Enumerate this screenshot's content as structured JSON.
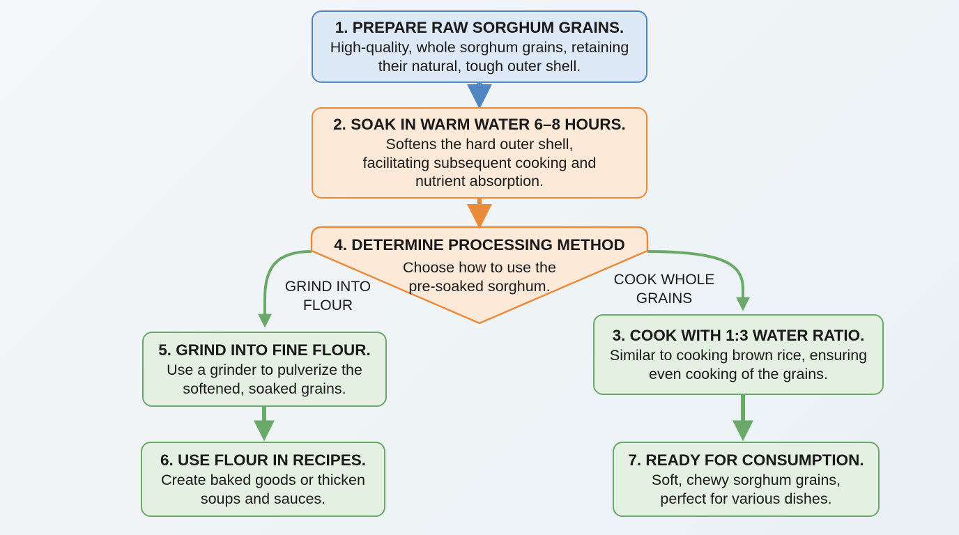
{
  "steps": {
    "step1": {
      "title": "1. PREPARE RAW SORGHUM GRAINS.",
      "desc": "High-quality, whole sorghum grains, retaining their natural, tough outer shell."
    },
    "step2": {
      "title": "2. SOAK IN WARM WATER 6–8 HOURS.",
      "desc": "Softens the hard outer shell, facilitating subsequent cooking and nutrient absorption."
    },
    "step4": {
      "title": "4. DETERMINE PROCESSING METHOD",
      "desc": "Choose how to use the pre-soaked sorghum."
    },
    "step5": {
      "title": "5. GRIND INTO FINE FLOUR.",
      "desc": "Use a grinder to pulverize the softened, soaked grains."
    },
    "step6": {
      "title": "6. USE FLOUR IN RECIPES.",
      "desc": "Create baked goods or thicken soups and sauces."
    },
    "step3": {
      "title": "3. COOK WITH 1:3 WATER RATIO.",
      "desc": "Similar to cooking brown rice, ensuring even cooking of the grains."
    },
    "step7": {
      "title": "7. READY FOR CONSUMPTION.",
      "desc": "Soft, chewy sorghum grains, perfect for various dishes."
    }
  },
  "branches": {
    "left_label": "GRIND INTO FLOUR",
    "right_label": "COOK WHOLE GRAINS"
  },
  "colors": {
    "blue_fill": "#dde9f6",
    "blue_stroke": "#4f86c2",
    "orange_fill": "#fde9d8",
    "orange_stroke": "#e98b3a",
    "green_fill": "#e4f0e1",
    "green_stroke": "#6aa96a"
  }
}
